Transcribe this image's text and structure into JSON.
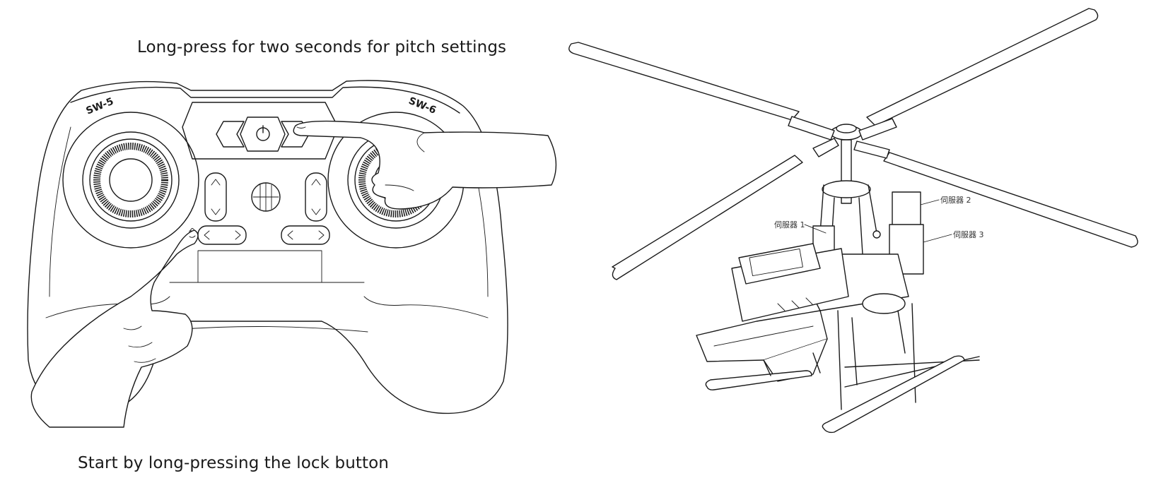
{
  "captions": {
    "top": "Long-press for two seconds for pitch settings",
    "bottom": "Start by long-pressing the lock button"
  },
  "controller": {
    "switch_left": "SW-5",
    "switch_right": "SW-6"
  },
  "helicopter": {
    "servo_1": "伺服器 1",
    "servo_2": "伺服器 2",
    "servo_3": "伺服器 3"
  }
}
